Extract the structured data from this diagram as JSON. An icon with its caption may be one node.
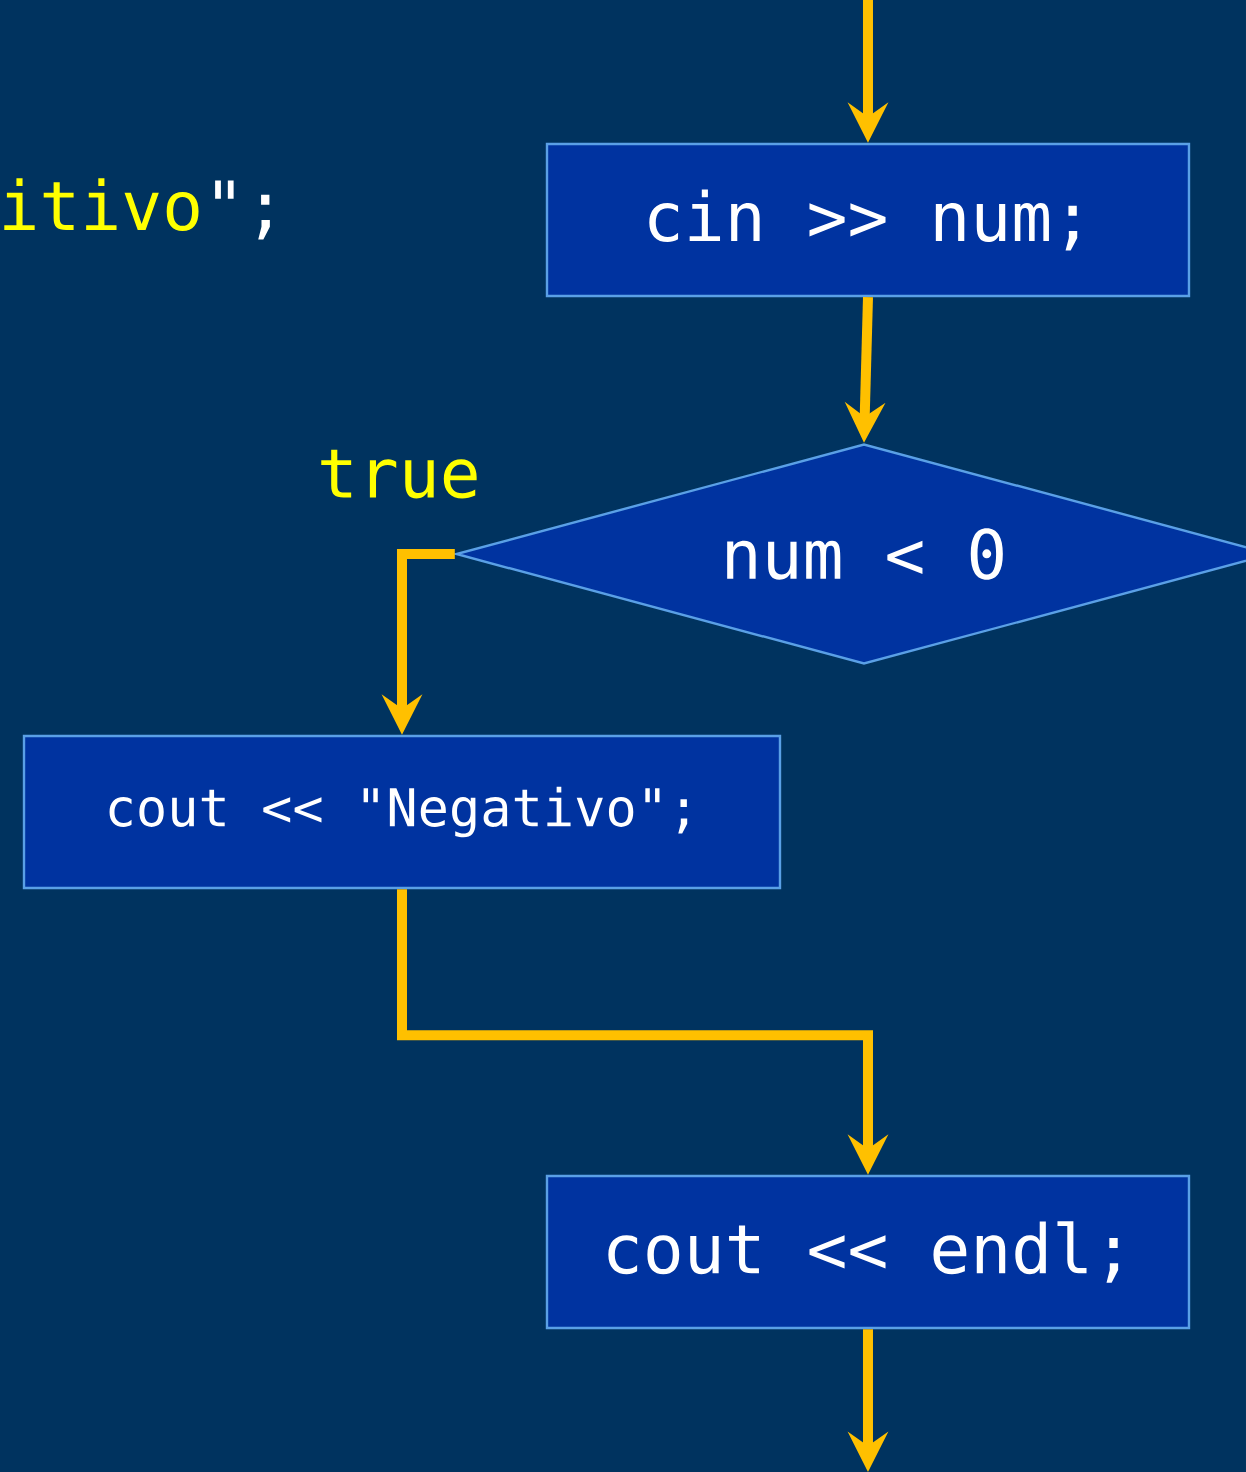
{
  "diagram": {
    "nodes": [
      {
        "text": [
          "cin >> num;"
        ]
      },
      {
        "text": [
          "num < 0"
        ]
      },
      {
        "text": [
          "cout << \"Negativo\";"
        ]
      },
      {
        "text": [
          "cout << endl;"
        ]
      }
    ],
    "edges": [
      {
        "from": null,
        "to": 0,
        "arrow": "to"
      },
      {
        "from": 0,
        "to": 1,
        "arrow": "to"
      },
      {
        "from": 1,
        "to": 2,
        "arrow": "to",
        "label": "true"
      },
      {
        "from": 2,
        "to": 3,
        "arrow": "to"
      },
      {
        "from": 3,
        "to": null,
        "arrow": "to"
      }
    ],
    "labels": [
      "itivo",
      "\";"
    ]
  }
}
